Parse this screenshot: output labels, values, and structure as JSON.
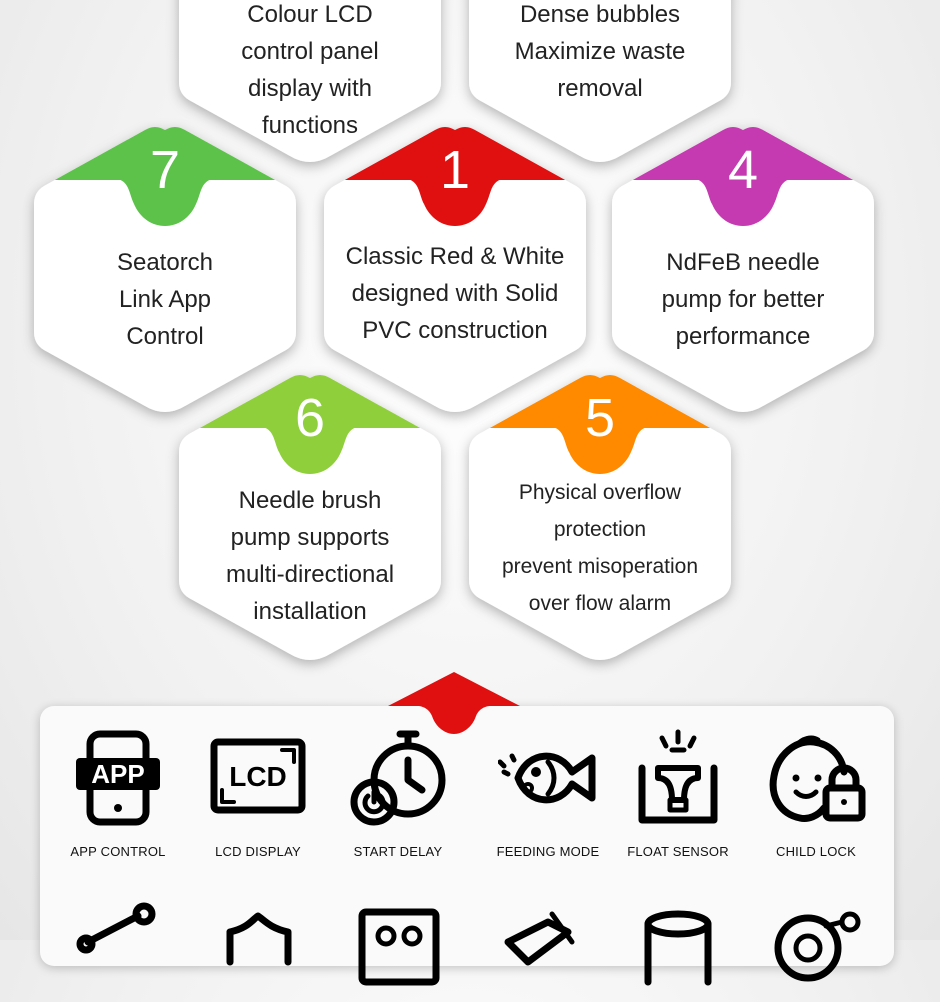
{
  "hexes": [
    {
      "id": "top-left",
      "number": "",
      "text": [
        "Colour LCD",
        "control panel",
        "display with",
        "functions"
      ]
    },
    {
      "id": "top-right",
      "number": "",
      "text": [
        "Dense bubbles",
        "Maximize waste",
        "removal"
      ]
    },
    {
      "id": "hex-7",
      "number": "7",
      "color": "#5cc24a",
      "text": [
        "Seatorch",
        "Link App",
        "Control"
      ]
    },
    {
      "id": "hex-1",
      "number": "1",
      "color": "#e01010",
      "text": [
        "Classic Red & White",
        "designed with Solid",
        "PVC construction"
      ]
    },
    {
      "id": "hex-4",
      "number": "4",
      "color": "#c63ab1",
      "text": [
        "NdFeB needle",
        "pump for better",
        "performance"
      ]
    },
    {
      "id": "hex-6",
      "number": "6",
      "color": "#8fcf3c",
      "text": [
        "Needle brush",
        "pump supports",
        "multi-directional",
        "installation"
      ]
    },
    {
      "id": "hex-5",
      "number": "5",
      "color": "#ff8a00",
      "text": [
        "Physical overflow",
        "protection",
        "prevent misoperation",
        "over flow alarm"
      ]
    }
  ],
  "features": [
    {
      "label": "APP CONTROL",
      "icon": "app-phone-icon"
    },
    {
      "label": "LCD DISPLAY",
      "icon": "lcd-display-icon"
    },
    {
      "label": "START DELAY",
      "icon": "stopwatch-icon"
    },
    {
      "label": "FEEDING MODE",
      "icon": "fish-icon"
    },
    {
      "label": "FLOAT SENSOR",
      "icon": "float-sensor-icon"
    },
    {
      "label": "CHILD LOCK",
      "icon": "child-lock-icon"
    }
  ],
  "icon_text": {
    "app": "APP",
    "lcd": "LCD"
  },
  "colors": {
    "panel_accent": "#e01010"
  }
}
